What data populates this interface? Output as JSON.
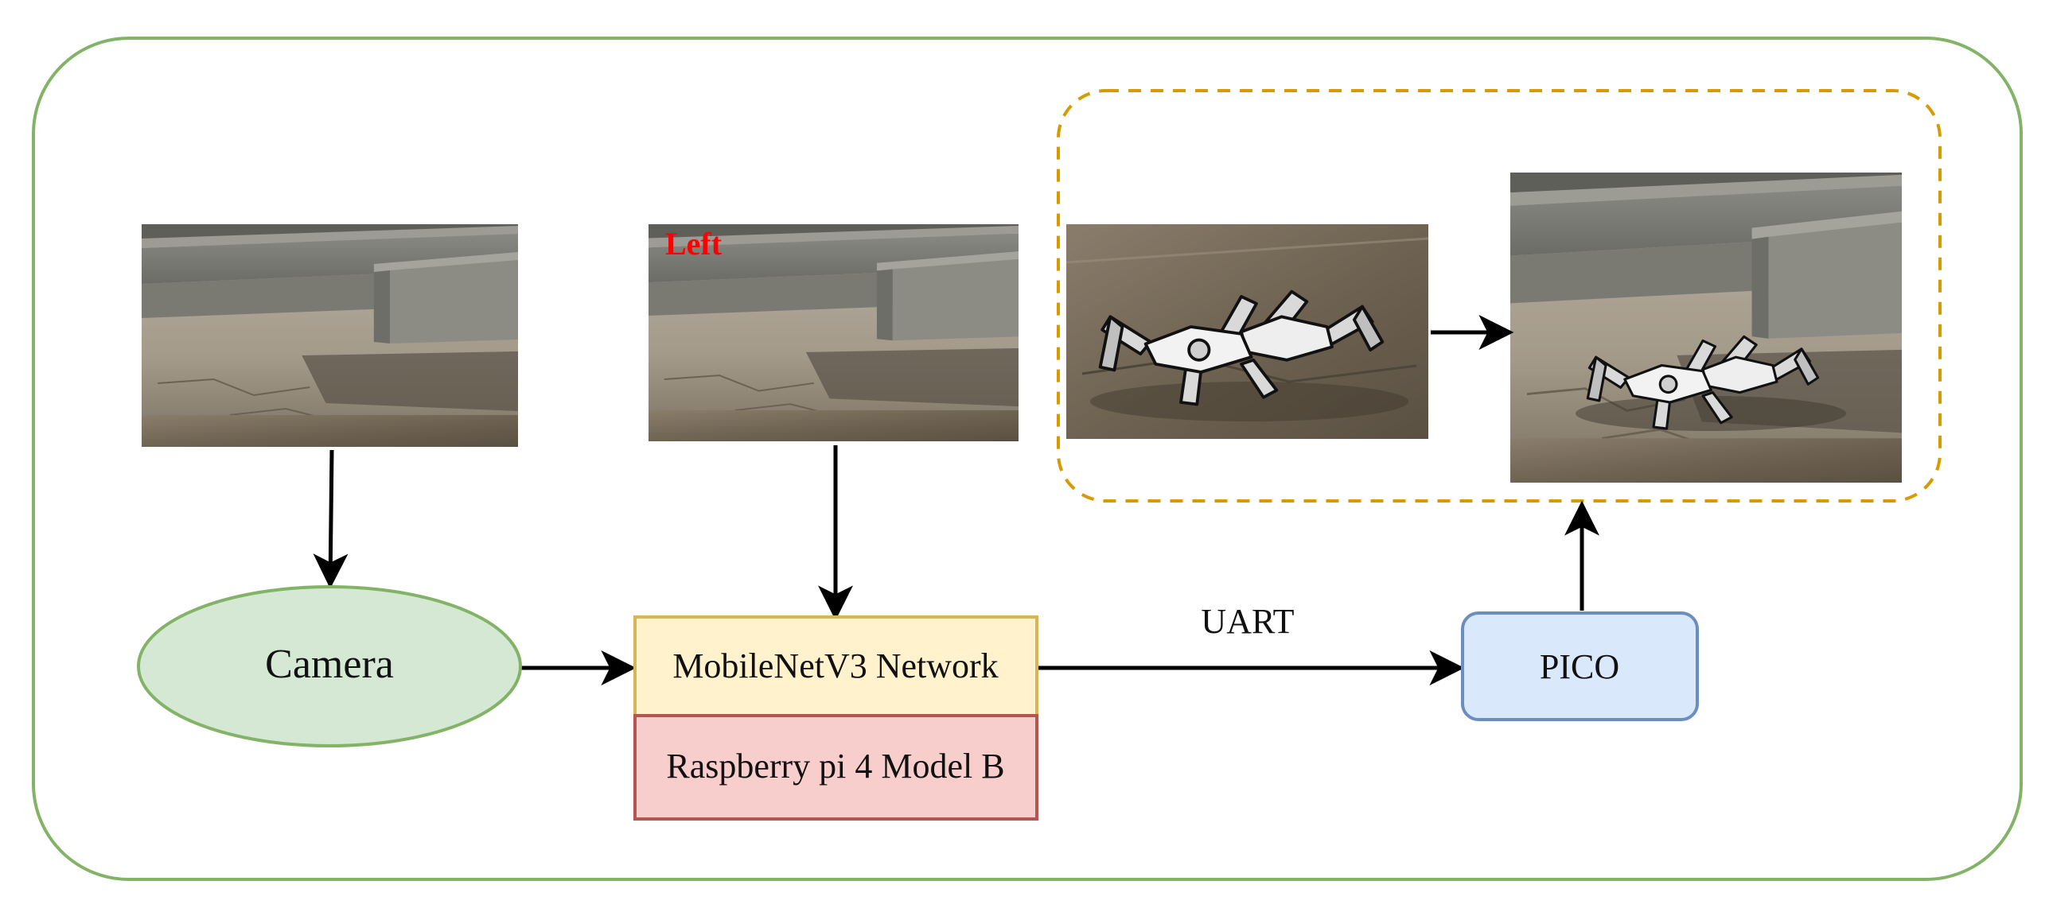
{
  "nodes": {
    "camera": {
      "label": "Camera",
      "fill": "#d5e8d4",
      "stroke": "#82b366"
    },
    "network": {
      "label": "MobileNetV3 Network",
      "fill": "#fff2cc",
      "stroke": "#d6b656"
    },
    "raspberry": {
      "label": "Raspberry pi 4 Model B",
      "fill": "#f8cecc",
      "stroke": "#b85450"
    },
    "pico": {
      "label": "PICO",
      "fill": "#dae8fc",
      "stroke": "#6c8ebf"
    }
  },
  "edges": {
    "uart_label": "UART"
  },
  "images": {
    "input_photo": {
      "description_icon": "photo-icon"
    },
    "classified_photo": {
      "overlay_text": "Left",
      "overlay_color": "#ff0000"
    },
    "robot_before": {
      "description_icon": "hexapod-robot-icon"
    },
    "robot_after": {
      "description_icon": "hexapod-robot-icon"
    }
  },
  "colors": {
    "outer_border": "#82b366",
    "dashed_group": "#d79b00",
    "arrow": "#000000"
  }
}
